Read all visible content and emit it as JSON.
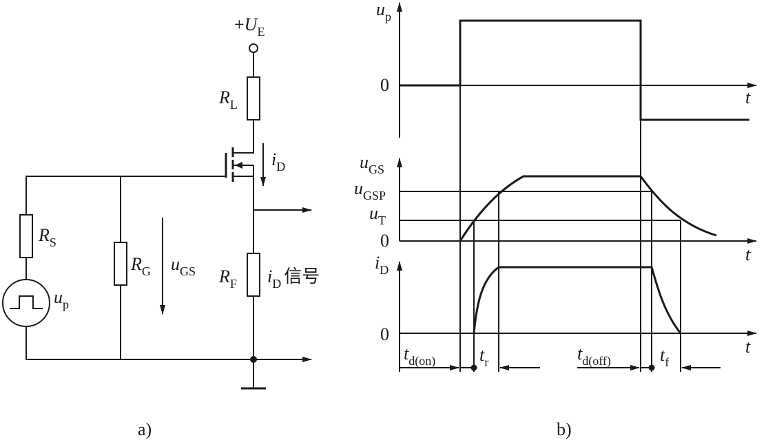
{
  "circuit": {
    "supply": {
      "prefix": "+",
      "symbol": "U",
      "sub": "E"
    },
    "rl": {
      "symbol": "R",
      "sub": "L"
    },
    "rs": {
      "symbol": "R",
      "sub": "S"
    },
    "rg": {
      "symbol": "R",
      "sub": "G"
    },
    "rf": {
      "symbol": "R",
      "sub": "F"
    },
    "ugs": {
      "symbol": "u",
      "sub": "GS"
    },
    "up": {
      "symbol": "u",
      "sub": "p"
    },
    "id": {
      "symbol": "i",
      "sub": "D"
    },
    "id_signal": {
      "symbol": "i",
      "sub": "D",
      "suffix": "信号"
    },
    "caption": "a)"
  },
  "waveforms": {
    "up_axis": {
      "symbol": "u",
      "sub": "p"
    },
    "zero_label": "0",
    "t_label": "t",
    "ugs_axis": {
      "symbol": "u",
      "sub": "GS"
    },
    "ugsp_label": {
      "symbol": "u",
      "sub": "GSP"
    },
    "ut_label": {
      "symbol": "u",
      "sub": "T"
    },
    "id_axis": {
      "symbol": "i",
      "sub": "D"
    },
    "td_on": {
      "symbol": "t",
      "sub": "d(on)"
    },
    "tr": {
      "symbol": "t",
      "sub": "r"
    },
    "td_off": {
      "symbol": "t",
      "sub": "d(off)"
    },
    "tf": {
      "symbol": "t",
      "sub": "f"
    },
    "caption": "b)"
  }
}
